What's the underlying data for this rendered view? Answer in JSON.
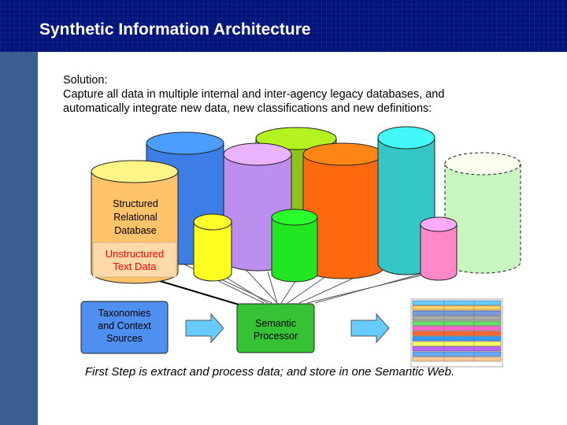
{
  "slide": {
    "title": "Synthetic Information Architecture",
    "intro_heading": "Solution:",
    "intro_line1": "Capture all data in multiple internal and inter-agency legacy databases, and",
    "intro_line2": "automatically integrate new data, new classifications and new definitions:",
    "footer": "First Step is extract and process data; and store in one Semantic Web."
  },
  "diagram": {
    "structured_db": [
      "Structured",
      "Relational",
      "Database"
    ],
    "unstructured": [
      "Unstructured",
      "Text Data"
    ],
    "taxonomies": [
      "Taxonomies",
      "and Context",
      "Sources"
    ],
    "semantic": [
      "Semantic",
      "Processor"
    ],
    "colors": {
      "header": "#00137a",
      "sidebar": "#3a5f8f",
      "structured_db": "#ffc36b",
      "label_red": "#ff0000",
      "taxonomies_box": "#4f8ff0",
      "semantic_box": "#35c335",
      "arrow": "#66ccff"
    },
    "web_layer_colors": [
      "#66ccff",
      "#ffcc66",
      "#7799dd",
      "#aaaaaa",
      "#66dd66",
      "#ff66cc",
      "#ff6633",
      "#3399ff",
      "#ffff66",
      "#bb66ff",
      "#66aaff",
      "#ffcc99"
    ]
  }
}
